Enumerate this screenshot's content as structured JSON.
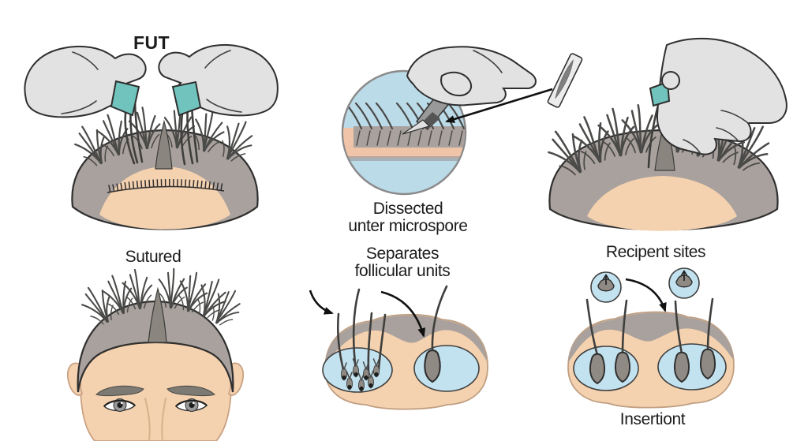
{
  "labels": {
    "fut": "FUT",
    "dissected_line1": "Dissected",
    "dissected_line2": "unter microspore",
    "separates_line1": "Separates",
    "separates_line2": "follicular units",
    "sutured": "Sutured",
    "recipient": "Recipent sites",
    "insertion": "Insertiont"
  },
  "scenes": {
    "strip_extraction": "Gloved hands with teal tweezers lifting hair from donor scalp",
    "dissection": "Magnified circle: scalpel dissecting strip of scalp tissue",
    "graft_placement": "Gloved hand with tweezers placing hair graft into scalp",
    "sutured_head": "Front view of head with sutured donor area and spiky hair",
    "separation": "Skin cross-section: follicular units separated from strip",
    "insertion": "Skin cross-section: grafts inserted into recipient sites"
  },
  "colors": {
    "background": "#FFFFFF",
    "text": "#1C1C1C",
    "skin": "#F5D2AF",
    "scalp_gray": "#A9A19D",
    "hair_dark": "#4A4A48",
    "glove_gray": "#E2E2E2",
    "tweezer_teal": "#70C4BD",
    "magnifier_blue": "#BCDBE9",
    "site_blue": "#C3E2EF",
    "follicle_gray": "#8F8A83",
    "outline_dark": "#2F2F2F",
    "arrow_black": "#111111"
  }
}
